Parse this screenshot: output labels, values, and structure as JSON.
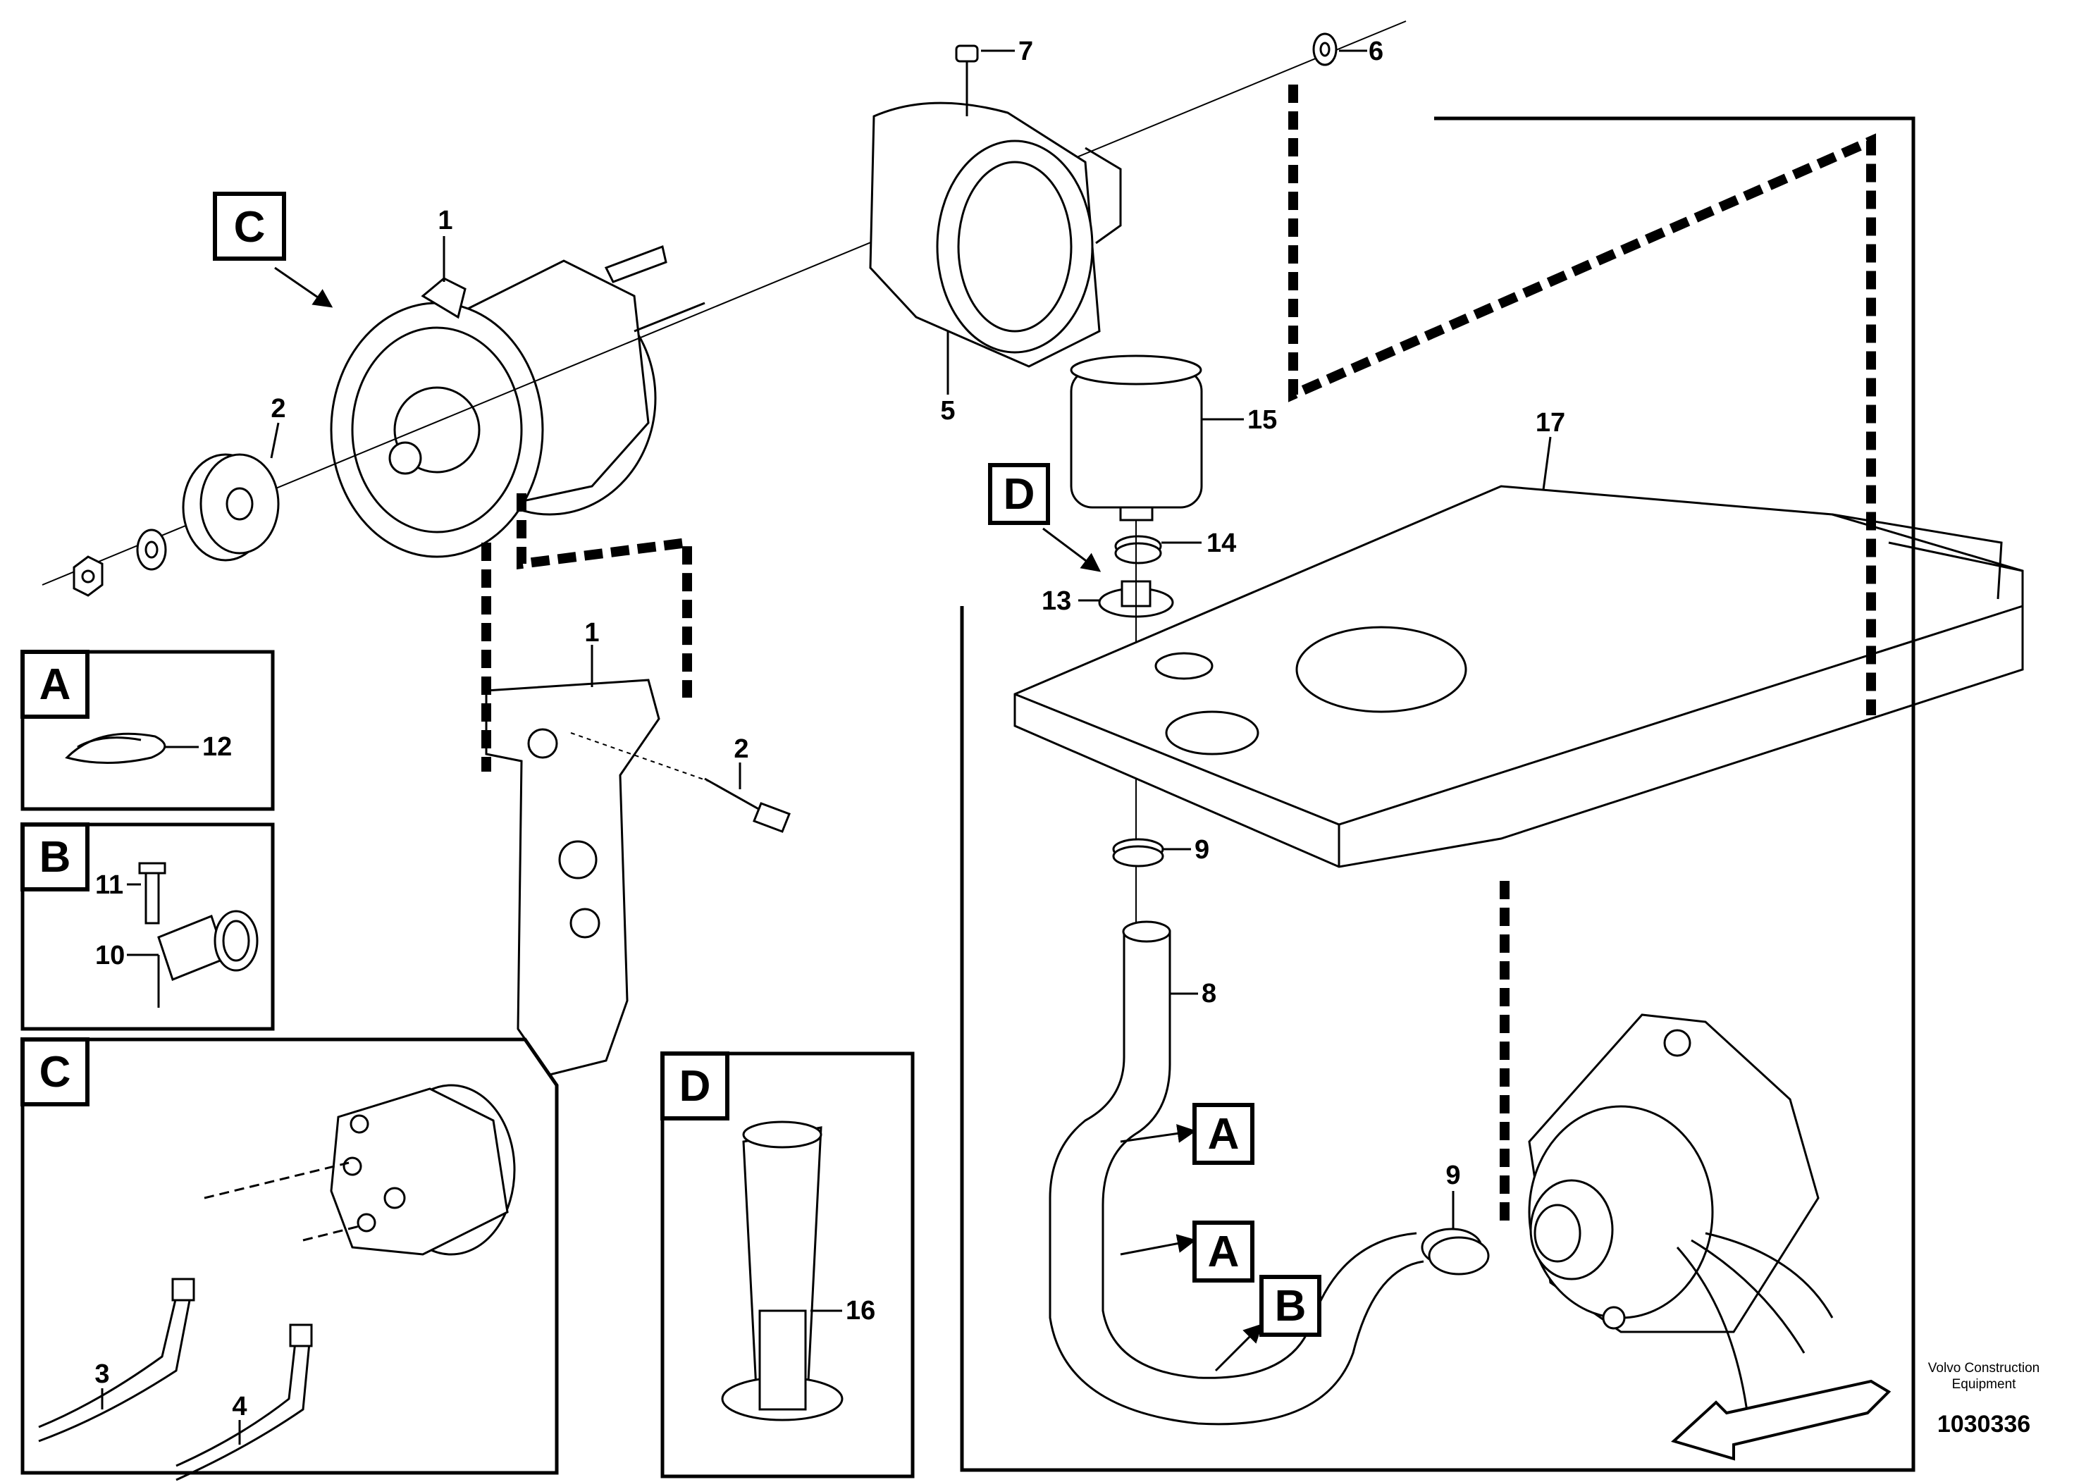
{
  "callouts": [
    "1",
    "2",
    "1",
    "2",
    "5",
    "6",
    "7",
    "15",
    "17",
    "14",
    "13",
    "9",
    "8",
    "9",
    "12",
    "11",
    "10",
    "3",
    "4",
    "16"
  ],
  "view_letters": [
    "C",
    "D",
    "A",
    "B",
    "C",
    "D",
    "A",
    "A",
    "B"
  ],
  "brand": {
    "line1": "Volvo Construction",
    "line2": "Equipment"
  },
  "document_number": "1030336"
}
